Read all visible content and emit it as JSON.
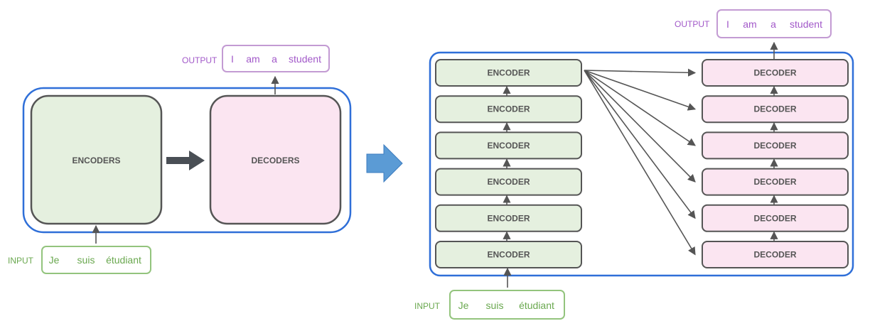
{
  "left_diagram": {
    "encoders_label": "ENCODERS",
    "decoders_label": "DECODERS",
    "input_label": "INPUT",
    "input_words": [
      "Je",
      "suis",
      "étudiant"
    ],
    "output_label": "OUTPUT",
    "output_words": [
      "I",
      "am",
      "a",
      "student"
    ]
  },
  "right_diagram": {
    "encoder_label": "ENCODER",
    "decoder_label": "DECODER",
    "encoder_count": 6,
    "decoder_count": 6,
    "input_label": "INPUT",
    "input_words": [
      "Je",
      "suis",
      "étudiant"
    ],
    "output_label": "OUTPUT",
    "output_words": [
      "I",
      "am",
      "a",
      "student"
    ]
  },
  "colors": {
    "container_border": "#2f6fd8",
    "encoder_fill": "#e5f0df",
    "decoder_fill": "#fbe5f1",
    "box_border": "#555555",
    "arrow": "#555555",
    "input_text": "#6aa84f",
    "input_border": "#93c47d",
    "output_text": "#a259c9",
    "output_border": "#c39bd3",
    "transition_arrow": "#5b9bd5"
  }
}
